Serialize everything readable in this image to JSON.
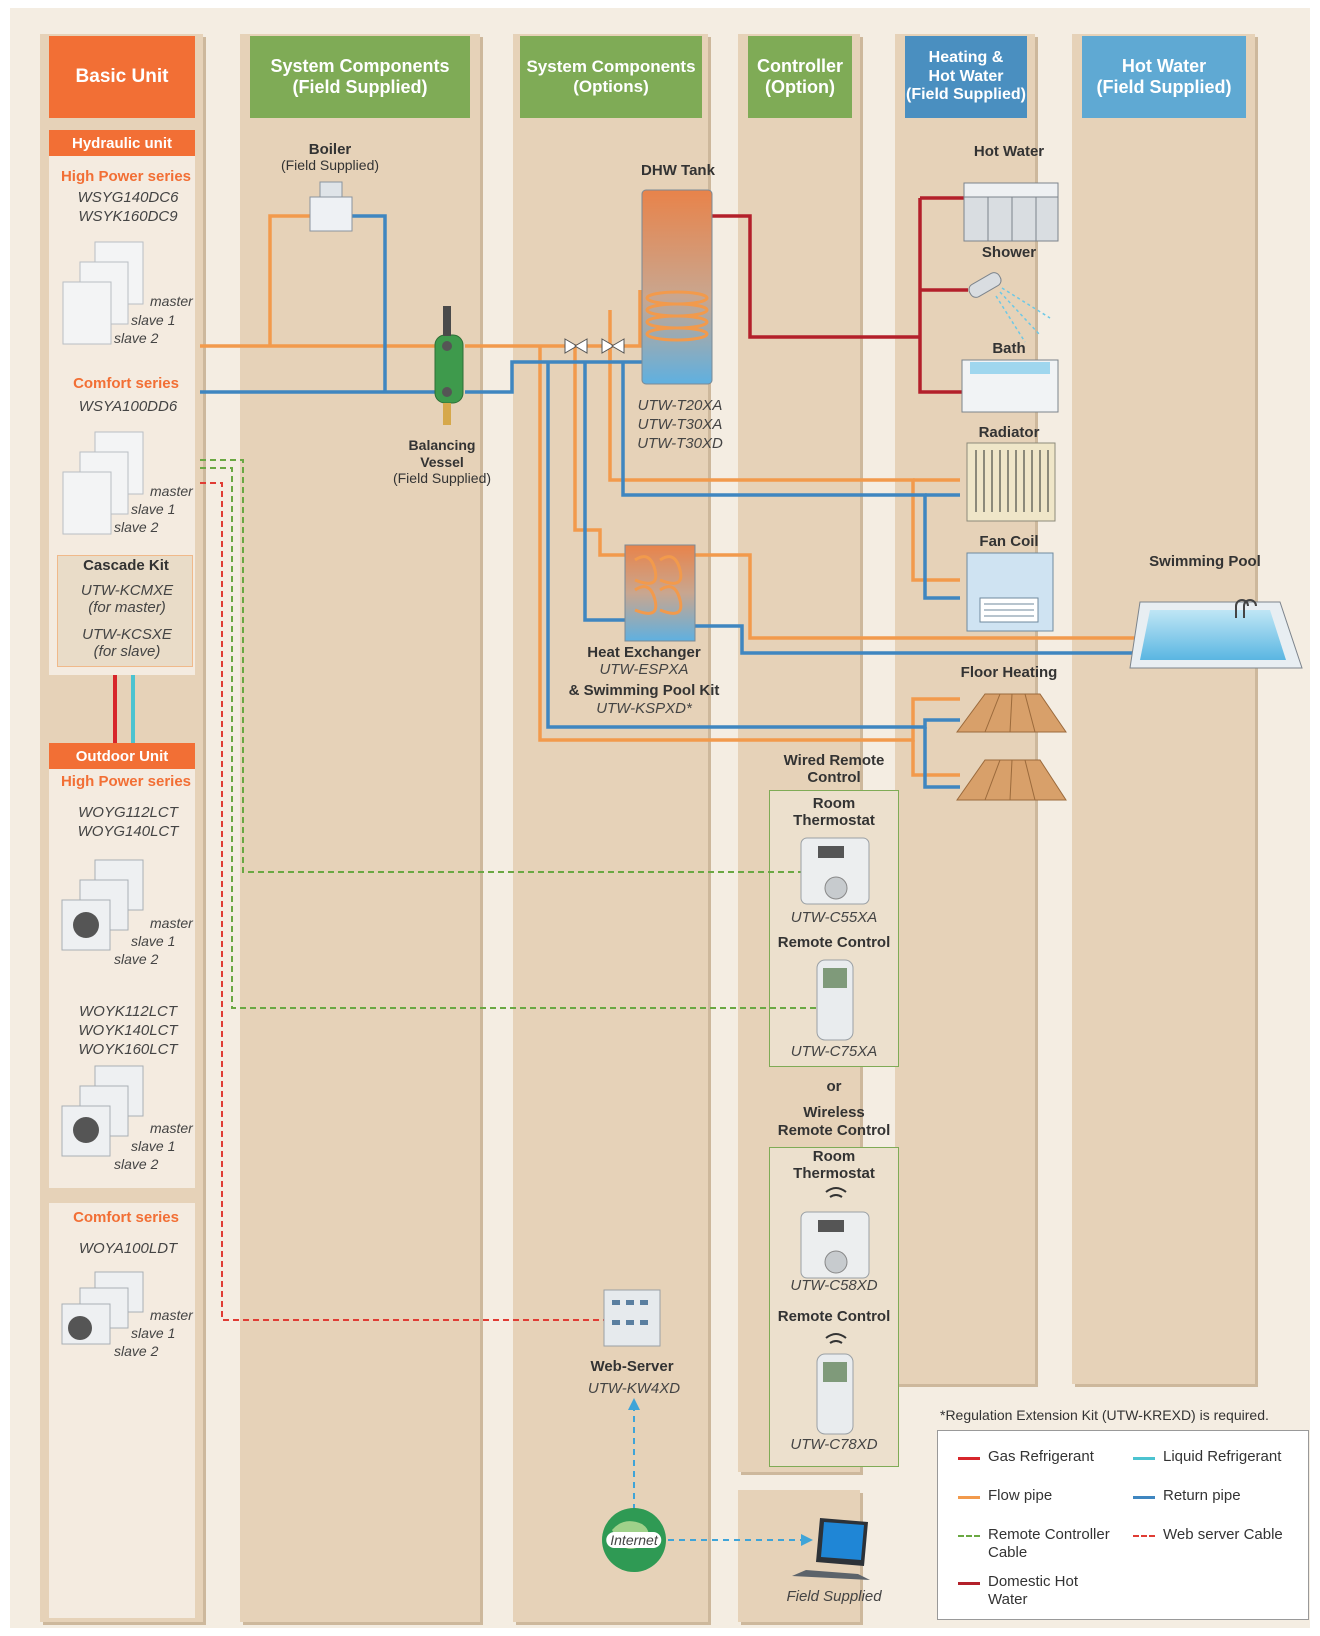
{
  "columns": {
    "basic_unit": "Basic Unit",
    "system_field": "System Components\n(Field Supplied)",
    "system_options": "System Components\n(Options)",
    "controller": "Controller\n(Option)",
    "heating_hot_water": "Heating &\nHot Water\n(Field Supplied)",
    "hot_water": "Hot Water\n(Field Supplied)"
  },
  "basic": {
    "hydraulic_title": "Hydraulic unit",
    "hp_series": "High Power series",
    "hp_models": [
      "WSYG140DC6",
      "WSYK160DC9"
    ],
    "comfort_series": "Comfort series",
    "comfort_model": "WSYA100DD6",
    "unit_labels": [
      "master",
      "slave 1",
      "slave 2"
    ],
    "cascade_title": "Cascade Kit",
    "cascade_master": "UTW-KCMXE",
    "cascade_master_note": "(for master)",
    "cascade_slave": "UTW-KCSXE",
    "cascade_slave_note": "(for slave)",
    "outdoor_title": "Outdoor Unit",
    "outdoor_hp_series": "High Power series",
    "outdoor_g_models": [
      "WOYG112LCT",
      "WOYG140LCT"
    ],
    "outdoor_k_models": [
      "WOYK112LCT",
      "WOYK140LCT",
      "WOYK160LCT"
    ],
    "outdoor_comfort_series": "Comfort series",
    "outdoor_comfort_model": "WOYA100LDT"
  },
  "system": {
    "boiler": "Boiler",
    "boiler_note": "(Field Supplied)",
    "balancing1": "Balancing",
    "balancing2": "Vessel",
    "balancing_note": "(Field Supplied)"
  },
  "options": {
    "dhw_tank": "DHW Tank",
    "dhw_models": [
      "UTW-T20XA",
      "UTW-T30XA",
      "UTW-T30XD"
    ],
    "hex_title": "Heat Exchanger",
    "hex_model": "UTW-ESPXA",
    "pool_kit": "& Swimming Pool Kit",
    "pool_kit_model": "UTW-KSPXD*",
    "web_server": "Web-Server",
    "web_server_model": "UTW-KW4XD",
    "internet": "Internet"
  },
  "controller": {
    "wired1": "Wired Remote",
    "wired2": "Control",
    "room1": "Room",
    "room2": "Thermostat",
    "c55": "UTW-C55XA",
    "remote_control": "Remote Control",
    "c75": "UTW-C75XA",
    "or": "or",
    "wireless1": "Wireless",
    "wireless2": "Remote Control",
    "room1b": "Room",
    "room2b": "Thermostat",
    "c58": "UTW-C58XD",
    "remote_control_b": "Remote Control",
    "c78": "UTW-C78XD",
    "field_supplied": "Field Supplied"
  },
  "heating": {
    "hot_water": "Hot Water",
    "shower": "Shower",
    "bath": "Bath",
    "radiator": "Radiator",
    "fan_coil": "Fan Coil",
    "floor_heating": "Floor Heating",
    "swimming_pool": "Swimming Pool"
  },
  "footnote": "*Regulation Extension Kit (UTW-KREXD) is required.",
  "legend": {
    "gas": "Gas Refrigerant",
    "liquid": "Liquid Refrigerant",
    "flow": "Flow pipe",
    "return": "Return pipe",
    "remote1": "Remote Controller",
    "remote2": "Cable",
    "web": "Web server Cable",
    "dhw1": "Domestic Hot",
    "dhw2": "Water"
  },
  "colors": {
    "gas": "#d7262b",
    "liquid": "#4cc3d0",
    "flow": "#f29a4c",
    "return": "#3f86c0",
    "remote": "#6aa843",
    "web": "#e03c34",
    "dhw": "#b3202a"
  }
}
